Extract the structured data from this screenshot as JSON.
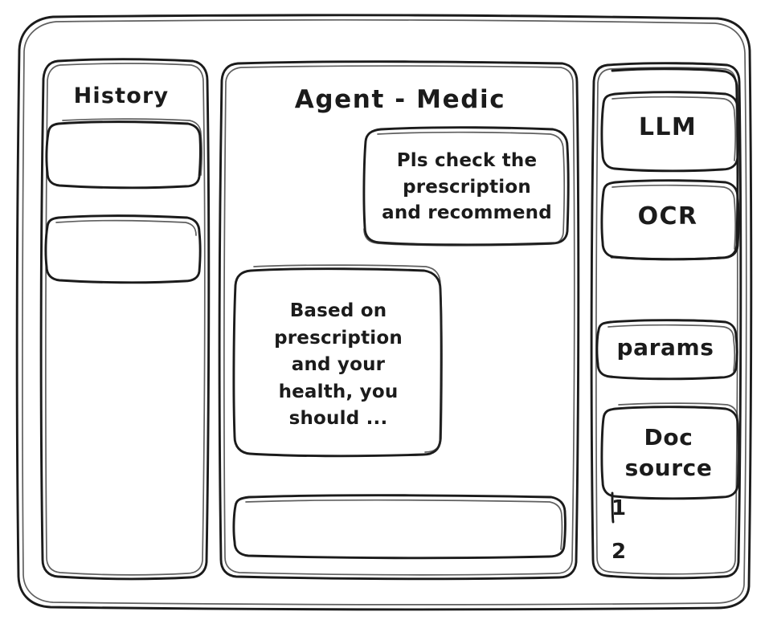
{
  "window": {
    "name": "agent-medic-wireframe",
    "background": "#ffffff",
    "ink_color": "#1b1b1b",
    "style": "hand-drawn-sketch-wireframe"
  },
  "history_panel": {
    "title": "History",
    "items": [
      {
        "label": ""
      },
      {
        "label": ""
      }
    ]
  },
  "main_panel": {
    "title": "Agent - Medic",
    "messages": [
      {
        "role": "user",
        "align": "right",
        "text": "Pls check the\nprescription\nand recommend"
      },
      {
        "role": "agent",
        "align": "left",
        "text": "Based on\nprescription\nand your\nhealth, you\nshould ..."
      }
    ],
    "input": {
      "value": "",
      "placeholder": ""
    }
  },
  "sidebar": {
    "tool_group": [
      {
        "label": "LLM"
      },
      {
        "label": "OCR"
      }
    ],
    "params_button": {
      "label": "params"
    },
    "doc_source": {
      "label": "Doc\nsource",
      "items": [
        "1",
        "2"
      ]
    }
  }
}
